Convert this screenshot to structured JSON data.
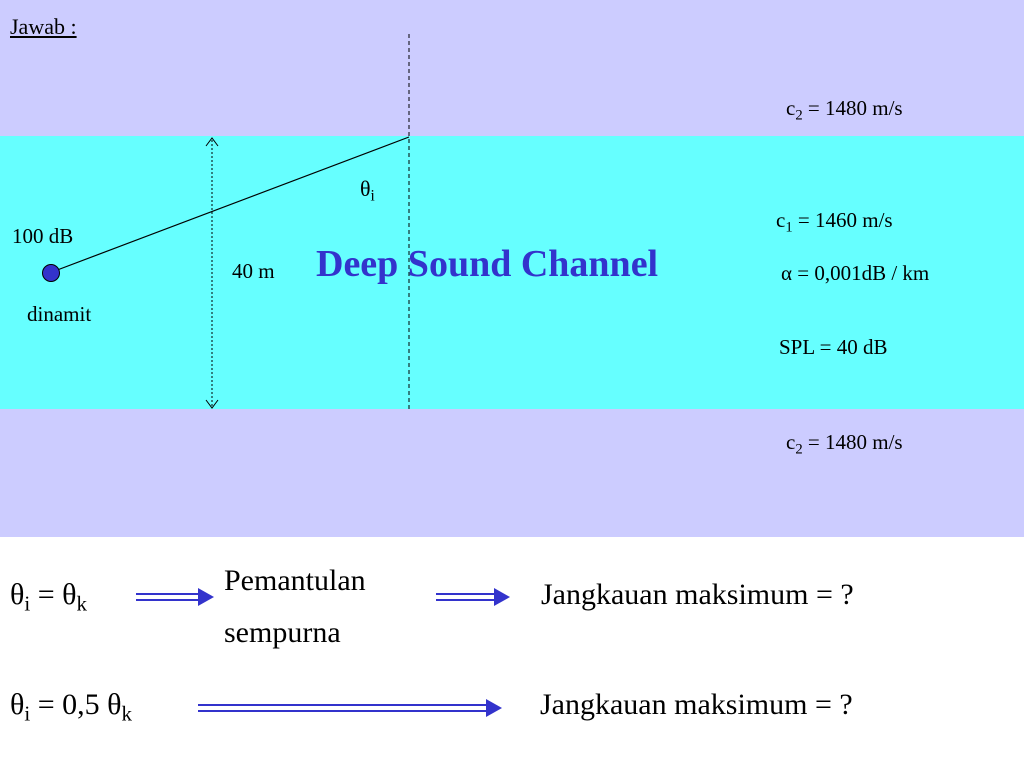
{
  "answer_label": "Jawab :",
  "layers": {
    "top": {
      "c_label": "c",
      "c_sub": "2",
      "c_value": " = 1480 m/s",
      "color": "#ccccff"
    },
    "channel": {
      "color": "#66ffff",
      "title": "Deep Sound Channel",
      "c_label": "c",
      "c_sub": "1",
      "c_value": " = 1460 m/s",
      "alpha": "α = 0,001dB / km",
      "spl": "SPL = 40 dB",
      "depth": "40 m",
      "source_level": "100 dB",
      "source_name": "dinamit",
      "angle_symbol": "θ",
      "angle_sub": "i"
    },
    "bottom": {
      "c_label": "c",
      "c_sub": "2",
      "c_value": " = 1480 m/s",
      "color": "#ccccff"
    }
  },
  "equations": {
    "row1": {
      "lhs_a": "θ",
      "lhs_a_sub": "i",
      "eq": " = ",
      "lhs_b": "θ",
      "lhs_b_sub": "k",
      "middle_line1": "Pemantulan",
      "middle_line2": "sempurna",
      "result": "Jangkauan maksimum = ?"
    },
    "row2": {
      "lhs_a": "θ",
      "lhs_a_sub": "i",
      "eq": " = 0,5 ",
      "lhs_b": "θ",
      "lhs_b_sub": "k",
      "result": "Jangkauan maksimum = ?"
    }
  },
  "colors": {
    "title_blue": "#3333cc",
    "arrow_blue": "#3333cc",
    "source_dot": "#3333cc"
  }
}
